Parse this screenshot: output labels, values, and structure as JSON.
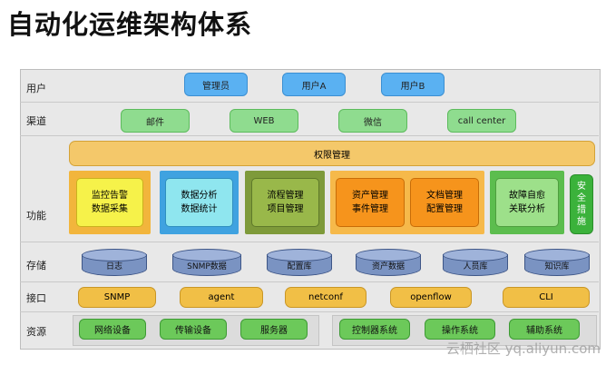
{
  "title": "自动化运维架构体系",
  "layers": {
    "users": {
      "label": "用户",
      "items": [
        "管理员",
        "用户A",
        "用户B"
      ]
    },
    "channels": {
      "label": "渠道",
      "items": [
        "邮件",
        "WEB",
        "微信",
        "call center"
      ]
    },
    "functions": {
      "label": "功能",
      "permission": "权限管理",
      "groups": [
        {
          "lines": [
            "监控告警",
            "数据采集"
          ],
          "color": "#f6f24a",
          "panel": "#f2b53c"
        },
        {
          "lines": [
            "数据分析",
            "数据统计"
          ],
          "color": "#8fe6ef",
          "panel": "#3fa2e0"
        },
        {
          "lines": [
            "流程管理",
            "项目管理"
          ],
          "color": "#99b84a",
          "panel": "#7e9a3a"
        },
        {
          "lines": [
            "资产管理",
            "事件管理"
          ],
          "color": "#f6941c",
          "panel": "#f6b94a"
        },
        {
          "lines": [
            "文档管理",
            "配置管理"
          ],
          "color": "#f6941c",
          "panel": "#f6b94a"
        },
        {
          "lines": [
            "故障自愈",
            "关联分析"
          ],
          "color": "#9de08a",
          "panel": "#5cbd4e"
        }
      ],
      "security": [
        "安",
        "全",
        "措",
        "施"
      ]
    },
    "storage": {
      "label": "存储",
      "items": [
        "日志",
        "SNMP数据",
        "配置库",
        "资产数据",
        "人员库",
        "知识库"
      ]
    },
    "interfaces": {
      "label": "接口",
      "items": [
        "SNMP",
        "agent",
        "netconf",
        "openflow",
        "CLI"
      ]
    },
    "resources": {
      "label": "资源",
      "groupA": [
        "网络设备",
        "传输设备",
        "服务器"
      ],
      "groupB": [
        "控制器系统",
        "操作系统",
        "辅助系统"
      ]
    }
  },
  "watermark": "云栖社区 yq.aliyun.com"
}
